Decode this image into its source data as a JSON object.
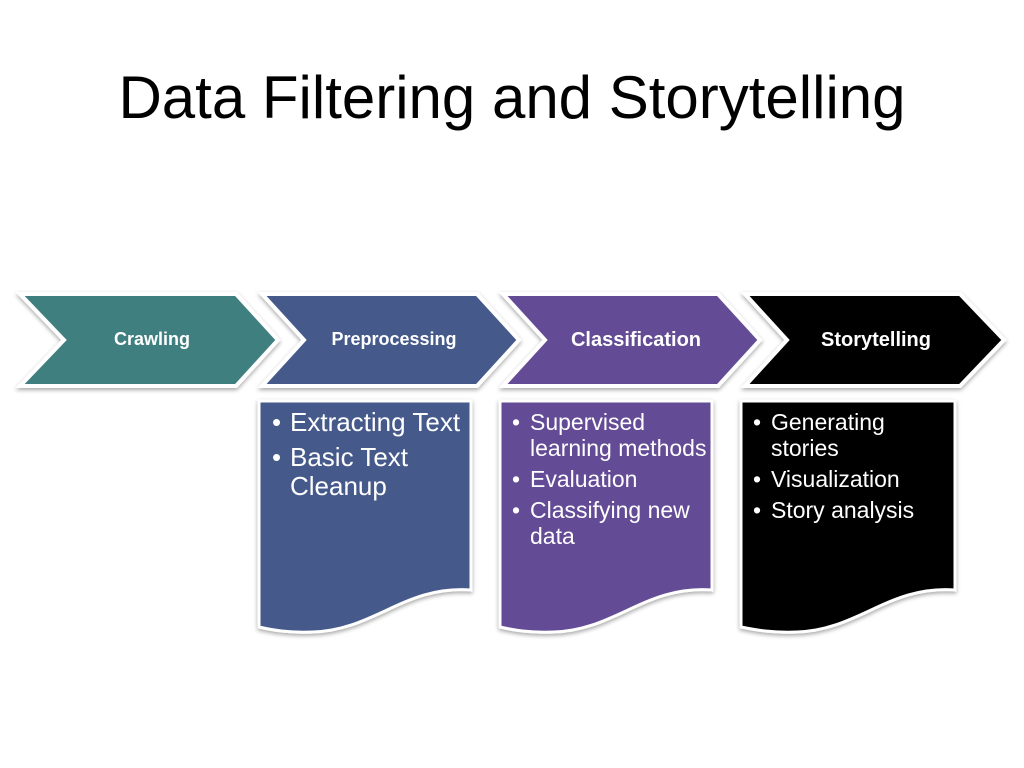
{
  "title": "Data Filtering and Storytelling",
  "steps": [
    {
      "label": "Crawling",
      "color": "#407f80"
    },
    {
      "label": "Preprocessing",
      "color": "#445a8b"
    },
    {
      "label": "Classification",
      "color": "#644b96"
    },
    {
      "label": "Storytelling",
      "color": "#000000"
    }
  ],
  "details": [
    {
      "step": "Preprocessing",
      "color": "#445a8b",
      "items": [
        "Extracting Text",
        "Basic Text Cleanup"
      ]
    },
    {
      "step": "Classification",
      "color": "#644b96",
      "items": [
        "Supervised learning methods",
        "Evaluation",
        "Classifying new data"
      ]
    },
    {
      "step": "Storytelling",
      "color": "#000000",
      "items": [
        "Generating stories",
        "Visualization",
        "Story analysis"
      ]
    }
  ]
}
